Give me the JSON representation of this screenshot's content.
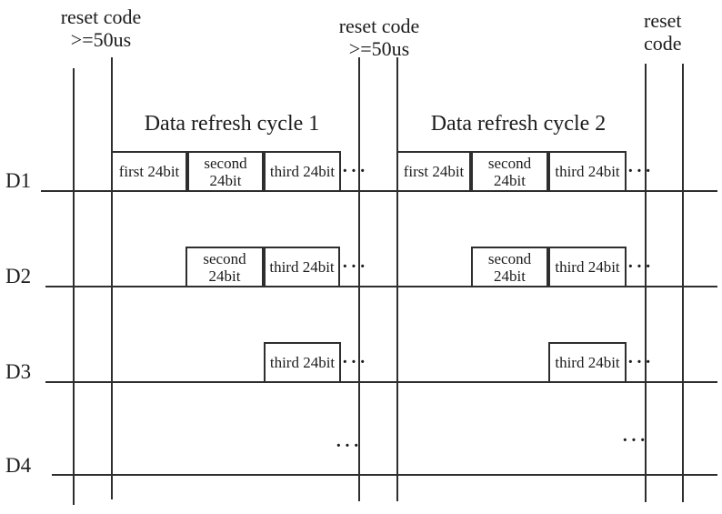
{
  "reset_labels": {
    "left": {
      "line1": "reset code",
      "line2": ">=50us"
    },
    "middle": {
      "line1": "reset code",
      "line2": ">=50us"
    },
    "right": {
      "line1": "reset",
      "line2": "code"
    }
  },
  "cycle_titles": {
    "cycle1": "Data refresh cycle 1",
    "cycle2": "Data refresh cycle 2"
  },
  "signal_labels": {
    "d1": "D1",
    "d2": "D2",
    "d3": "D3",
    "d4": "D4"
  },
  "box_labels": {
    "first": "first 24bit",
    "second_line1": "second",
    "second_line2": "24bit",
    "third": "third 24bit"
  },
  "ellipsis": "···",
  "colors": {
    "line": "#2e2e2e",
    "text": "#1c1c1c",
    "background": "#ffffff"
  }
}
